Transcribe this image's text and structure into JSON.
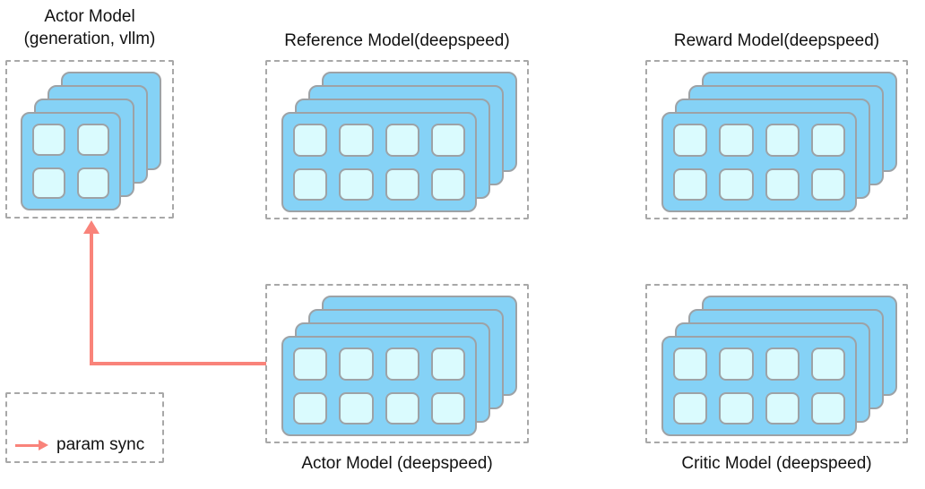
{
  "diagram": {
    "models": {
      "actor_vllm": {
        "title_line1": "Actor Model",
        "title_line2": "(generation, vllm)",
        "stack": {
          "cards": 4,
          "grid_rows": 2,
          "grid_cols": 2
        }
      },
      "reference": {
        "title": "Reference Model(deepspeed)",
        "stack": {
          "cards": 4,
          "grid_rows": 2,
          "grid_cols": 4
        }
      },
      "reward": {
        "title": "Reward Model(deepspeed)",
        "stack": {
          "cards": 4,
          "grid_rows": 2,
          "grid_cols": 4
        }
      },
      "actor_deepspeed": {
        "title": "Actor Model (deepspeed)",
        "stack": {
          "cards": 4,
          "grid_rows": 2,
          "grid_cols": 4
        }
      },
      "critic": {
        "title": "Critic Model (deepspeed)",
        "stack": {
          "cards": 4,
          "grid_rows": 2,
          "grid_cols": 4
        }
      }
    },
    "arrow": {
      "from": "Actor Model (deepspeed)",
      "to": "Actor Model (generation, vllm)",
      "meaning": "param sync"
    },
    "legend": {
      "label": "param sync"
    },
    "colors": {
      "card_fill": "#85d2f6",
      "gpu_fill": "#dafbfe",
      "card_border": "#9da2a6",
      "box_dash": "#a8a8a8",
      "arrow": "#f9837a",
      "text": "#111111"
    }
  }
}
